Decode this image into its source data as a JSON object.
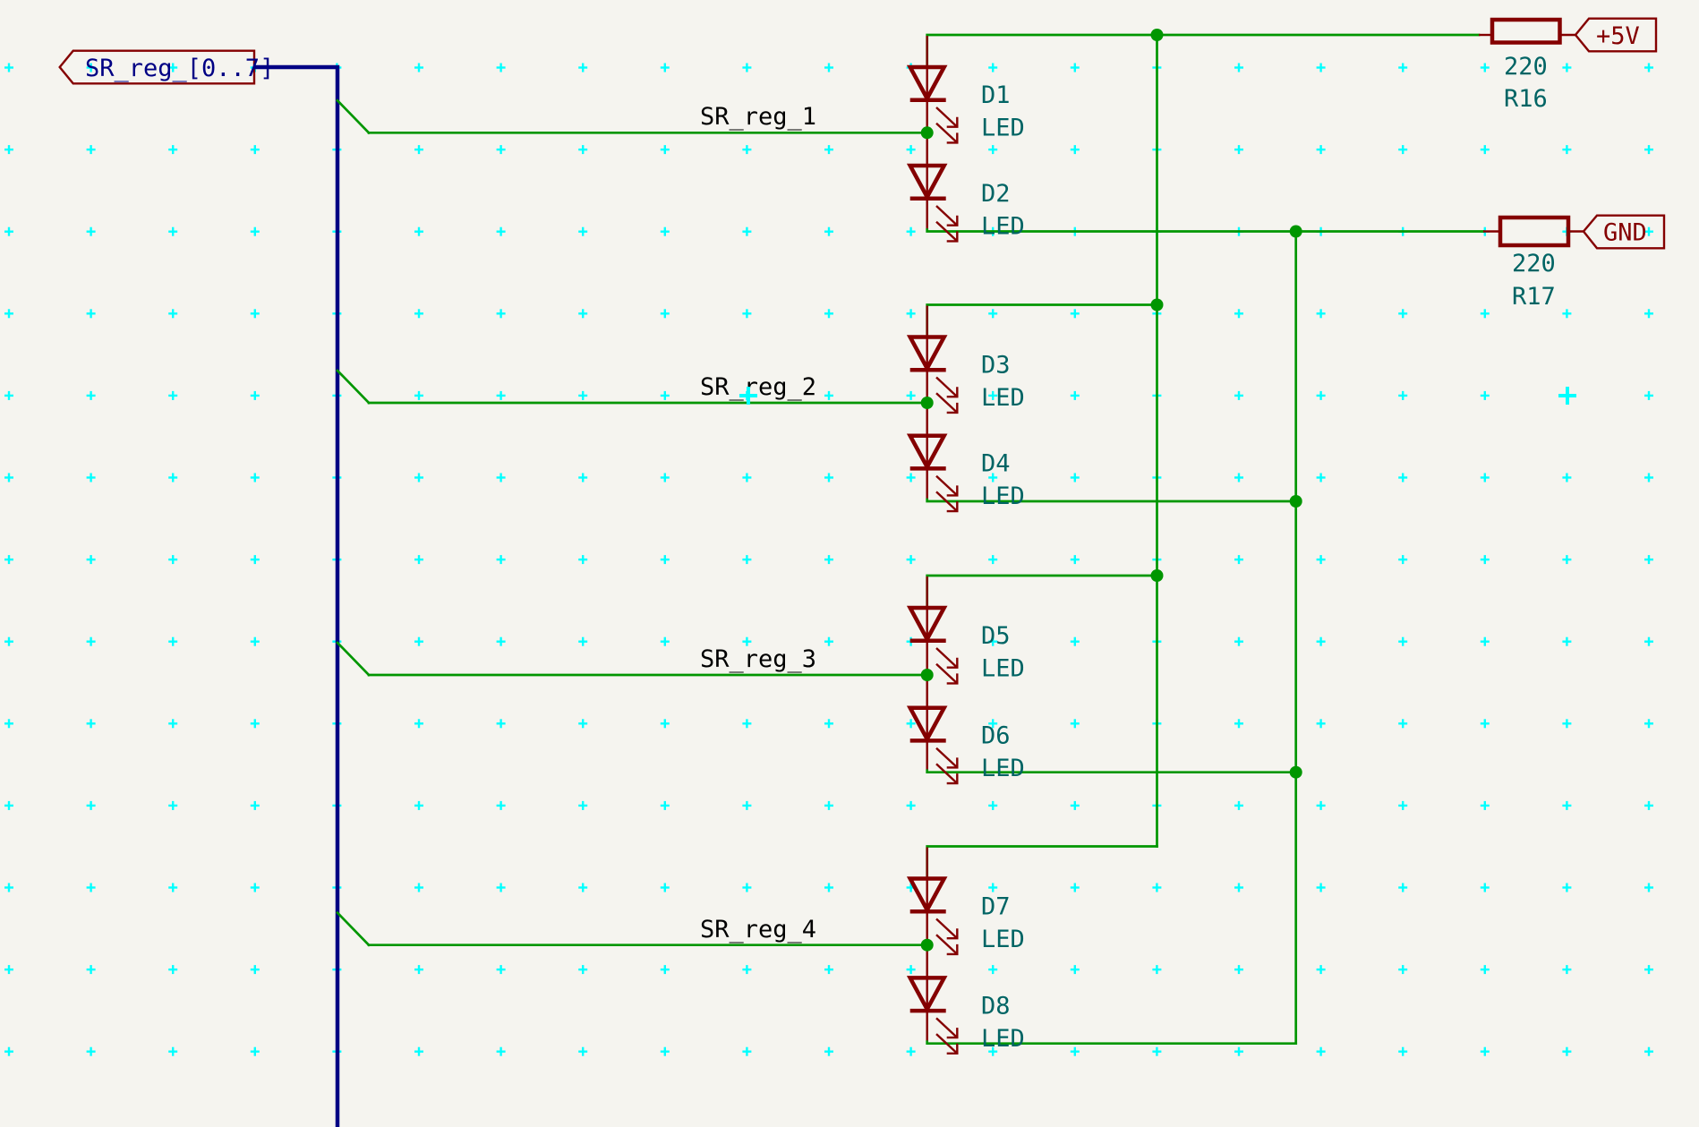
{
  "app": "KiCad Schematic Editor",
  "colors": {
    "background": "#f5f4ef",
    "grid": "#00ffff",
    "wire": "#009600",
    "bus": "#000084",
    "symbol": "#840000",
    "field_text": "#006464",
    "net_label": "#000000"
  },
  "hierarchical_label": {
    "text": "SR_reg_[0..7]",
    "icon": "hierarchical-label-left-arrow"
  },
  "net_labels": [
    "SR_reg_1",
    "SR_reg_2",
    "SR_reg_3",
    "SR_reg_4"
  ],
  "leds": [
    {
      "ref": "D1",
      "value": "LED"
    },
    {
      "ref": "D2",
      "value": "LED"
    },
    {
      "ref": "D3",
      "value": "LED"
    },
    {
      "ref": "D4",
      "value": "LED"
    },
    {
      "ref": "D5",
      "value": "LED"
    },
    {
      "ref": "D6",
      "value": "LED"
    },
    {
      "ref": "D7",
      "value": "LED"
    },
    {
      "ref": "D8",
      "value": "LED"
    }
  ],
  "resistors": [
    {
      "ref": "R16",
      "value": "220",
      "net": "+5V"
    },
    {
      "ref": "R17",
      "value": "220",
      "net": "GND"
    }
  ],
  "power_labels": [
    "+5V",
    "GND"
  ]
}
